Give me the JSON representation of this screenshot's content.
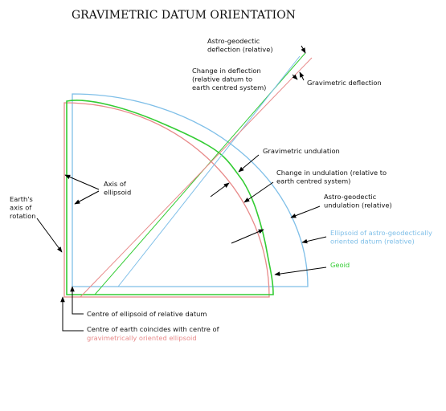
{
  "title": "GRAVIMETRIC DATUM ORIENTATION",
  "colors": {
    "astro_ellipsoid": "#7fbfe8",
    "gravimetric_ellipsoid": "#e88a8a",
    "geoid": "#33cc33",
    "arrows": "#000000"
  },
  "labels": {
    "astro_deflection": [
      "Astro-geodectic",
      "deflection (relative)"
    ],
    "change_deflection": [
      "Change in deflection",
      "(relative datum to",
      "earth centred system)"
    ],
    "gravimetric_deflection": [
      "Gravimetric deflection"
    ],
    "gravimetric_undulation": [
      "Gravimetric undulation"
    ],
    "change_undulation": [
      "Change in undulation (relative to",
      "earth centred system)"
    ],
    "astro_undulation": [
      "Astro-geodectic",
      "undulation (relative)"
    ],
    "astro_ellipsoid": [
      "Ellipsoid of astro-geodectically",
      "oriented datum (relative)"
    ],
    "geoid": [
      "Geoid"
    ],
    "axis_ellipsoid": [
      "Axis of",
      "ellipsoid"
    ],
    "earth_axis": [
      "Earth's",
      "axis of",
      "rotation"
    ],
    "centre_relative": [
      "Centre of ellipsoid of relative datum"
    ],
    "centre_earth": [
      "Centre of earth coincides with centre of"
    ],
    "gravimetric_ellipsoid": [
      "gravimetrically oriented ellipsoid"
    ]
  }
}
